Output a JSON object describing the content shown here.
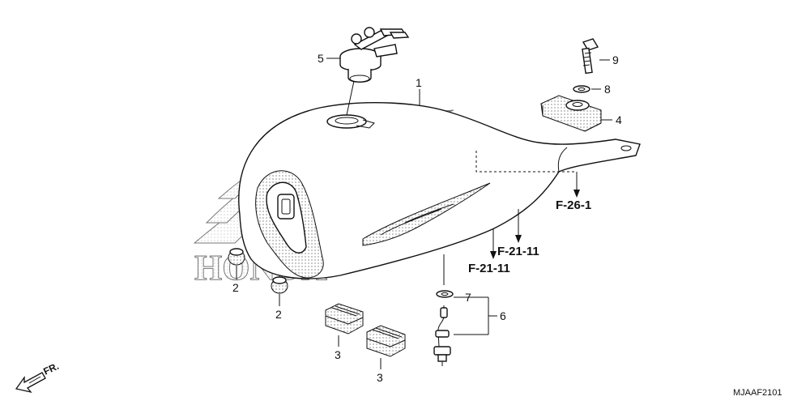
{
  "callouts": {
    "p1": "1",
    "p2a": "2",
    "p2b": "2",
    "p3a": "3",
    "p3b": "3",
    "p4": "4",
    "p5": "5",
    "p6": "6",
    "p7": "7",
    "p8": "8",
    "p9": "9"
  },
  "references": {
    "f26": "F-26-1",
    "f21a": "F-21-11",
    "f21b": "F-21-11"
  },
  "direction_label": "FR.",
  "diagram_code": "MJAAF2101",
  "watermark_text": "HONDA"
}
